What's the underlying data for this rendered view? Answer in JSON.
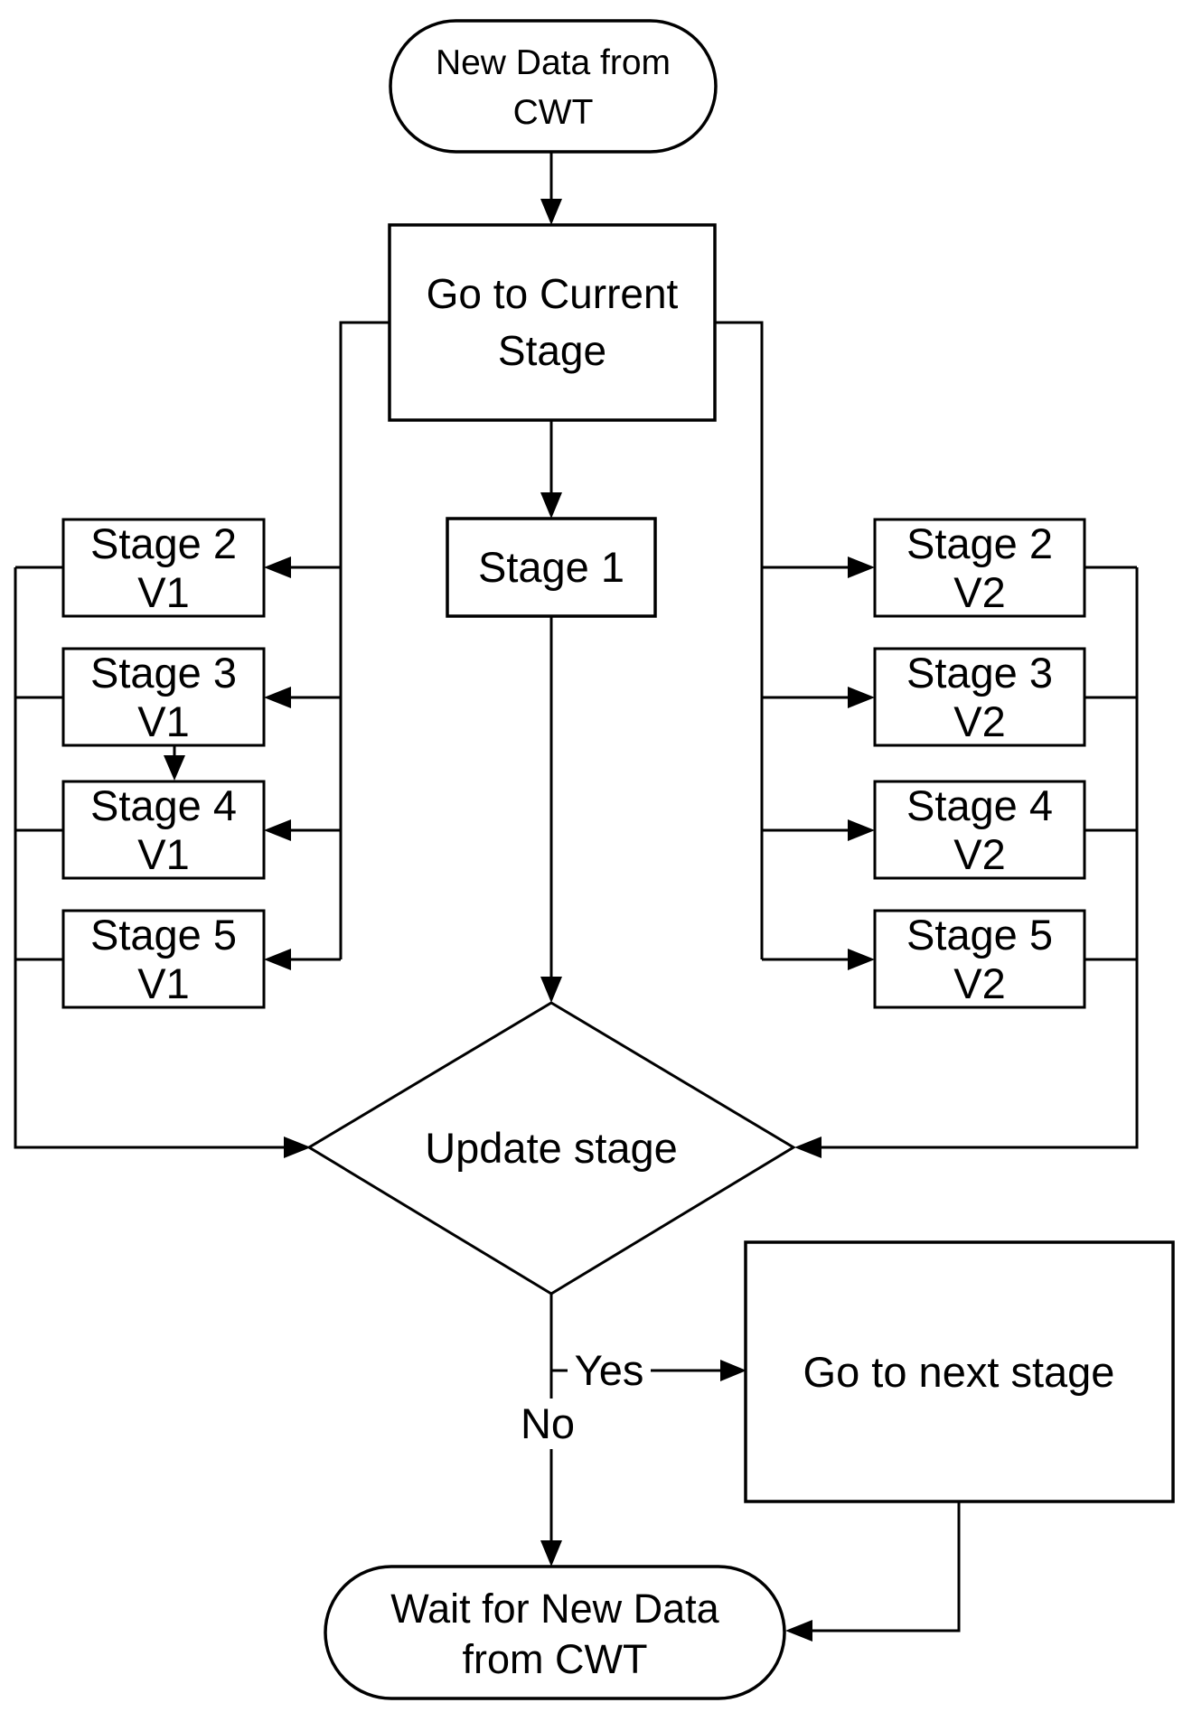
{
  "diagram": {
    "colors": {
      "background": "#ffffff",
      "stroke": "#000000",
      "text": "#000000"
    },
    "nodes": {
      "start": {
        "line1": "New Data from",
        "line2": "CWT"
      },
      "go_current": {
        "line1": "Go to Current",
        "line2": "Stage"
      },
      "stage1": {
        "label": "Stage 1"
      },
      "v1": [
        {
          "line1": "Stage 2",
          "line2": "V1"
        },
        {
          "line1": "Stage 3",
          "line2": "V1"
        },
        {
          "line1": "Stage 4",
          "line2": "V1"
        },
        {
          "line1": "Stage 5",
          "line2": "V1"
        }
      ],
      "v2": [
        {
          "line1": "Stage 2",
          "line2": "V2"
        },
        {
          "line1": "Stage 3",
          "line2": "V2"
        },
        {
          "line1": "Stage 4",
          "line2": "V2"
        },
        {
          "line1": "Stage 5",
          "line2": "V2"
        }
      ],
      "decision": {
        "label": "Update stage"
      },
      "go_next": {
        "label": "Go to next stage"
      },
      "wait": {
        "line1": "Wait for New Data",
        "line2": "from CWT"
      }
    },
    "edge_labels": {
      "yes": "Yes",
      "no": "No"
    }
  }
}
